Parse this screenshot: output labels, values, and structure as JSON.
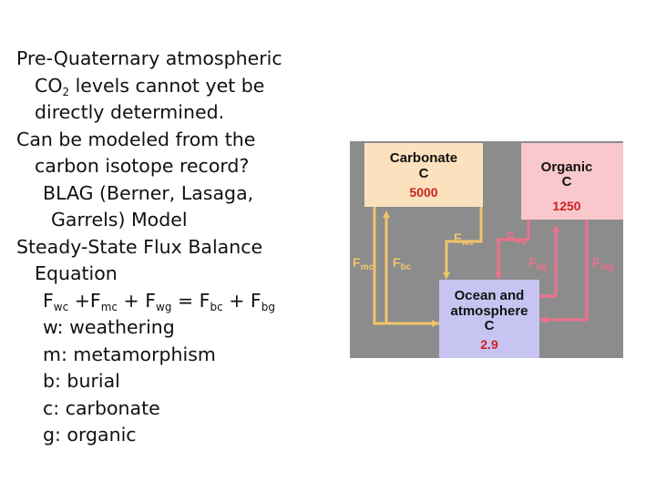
{
  "text": {
    "line1": "Pre-Quaternary atmospheric",
    "line2_pre": "CO",
    "line2_sub": "2",
    "line2_post": " levels cannot yet be",
    "line3": "directly determined.",
    "line4": "Can be modeled from the",
    "line5": "carbon isotope record?",
    "line6": "BLAG (Berner, Lasaga,",
    "line7": "Garrels) Model",
    "line8": "Steady-State Flux Balance",
    "line9": "Equation",
    "equation": {
      "f1": "F",
      "f1_sub": "wc",
      "op1": " +F",
      "f2_sub": "mc",
      "op2": " + F",
      "f3_sub": "wg",
      "op3": " = F",
      "f4_sub": "bc",
      "op4": " + F",
      "f5_sub": "bg"
    },
    "legend_w": "w: weathering",
    "legend_m": "m: metamorphism",
    "legend_b": "b: burial",
    "legend_c": "c: carbonate",
    "legend_g": "g: organic"
  },
  "diagram": {
    "carbonate_line1": "Carbonate",
    "carbonate_line2": "C",
    "carbonate_value": "5000",
    "organic_line1": "Organic",
    "organic_line2": "C",
    "organic_value": "1250",
    "ocean_line1": "Ocean and",
    "ocean_line2": "atmosphere",
    "ocean_line3": "C",
    "ocean_value": "2.9",
    "flux_wc": "F",
    "flux_wc_sub": "wc",
    "flux_wg": "F",
    "flux_wg_sub": "wg",
    "flux_mc": "F",
    "flux_mc_sub": "mc",
    "flux_bc": "F",
    "flux_bc_sub": "bc",
    "flux_bg": "F",
    "flux_bg_sub": "bg",
    "flux_mg": "F",
    "flux_mg_sub": "mg",
    "colors": {
      "background": "#8c8c8c",
      "carbonate_box": "#fbe1bd",
      "organic_box": "#f8c8cc",
      "ocean_box": "#c8c4f2",
      "carbonate_arrow": "#f1c46a",
      "organic_arrow": "#ef6f8c",
      "value_red": "#cc2222"
    }
  }
}
